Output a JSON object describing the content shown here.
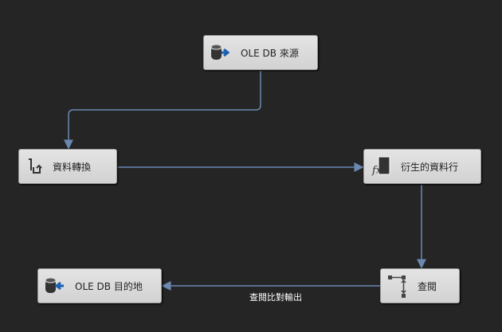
{
  "nodes": {
    "source": {
      "label": "OLE DB 來源",
      "icon": "database-source-icon"
    },
    "convert": {
      "label": "資料轉換",
      "icon": "data-conversion-icon"
    },
    "derived": {
      "label": "衍生的資料行",
      "icon": "fx-icon"
    },
    "lookup": {
      "label": "查閱",
      "icon": "lookup-icon"
    },
    "dest": {
      "label": "OLE DB 目的地",
      "icon": "database-destination-icon"
    }
  },
  "paths": {
    "lookup_to_dest": "查閱比對輸出"
  },
  "colors": {
    "wire": "#6a88b0",
    "background": "#252526"
  }
}
